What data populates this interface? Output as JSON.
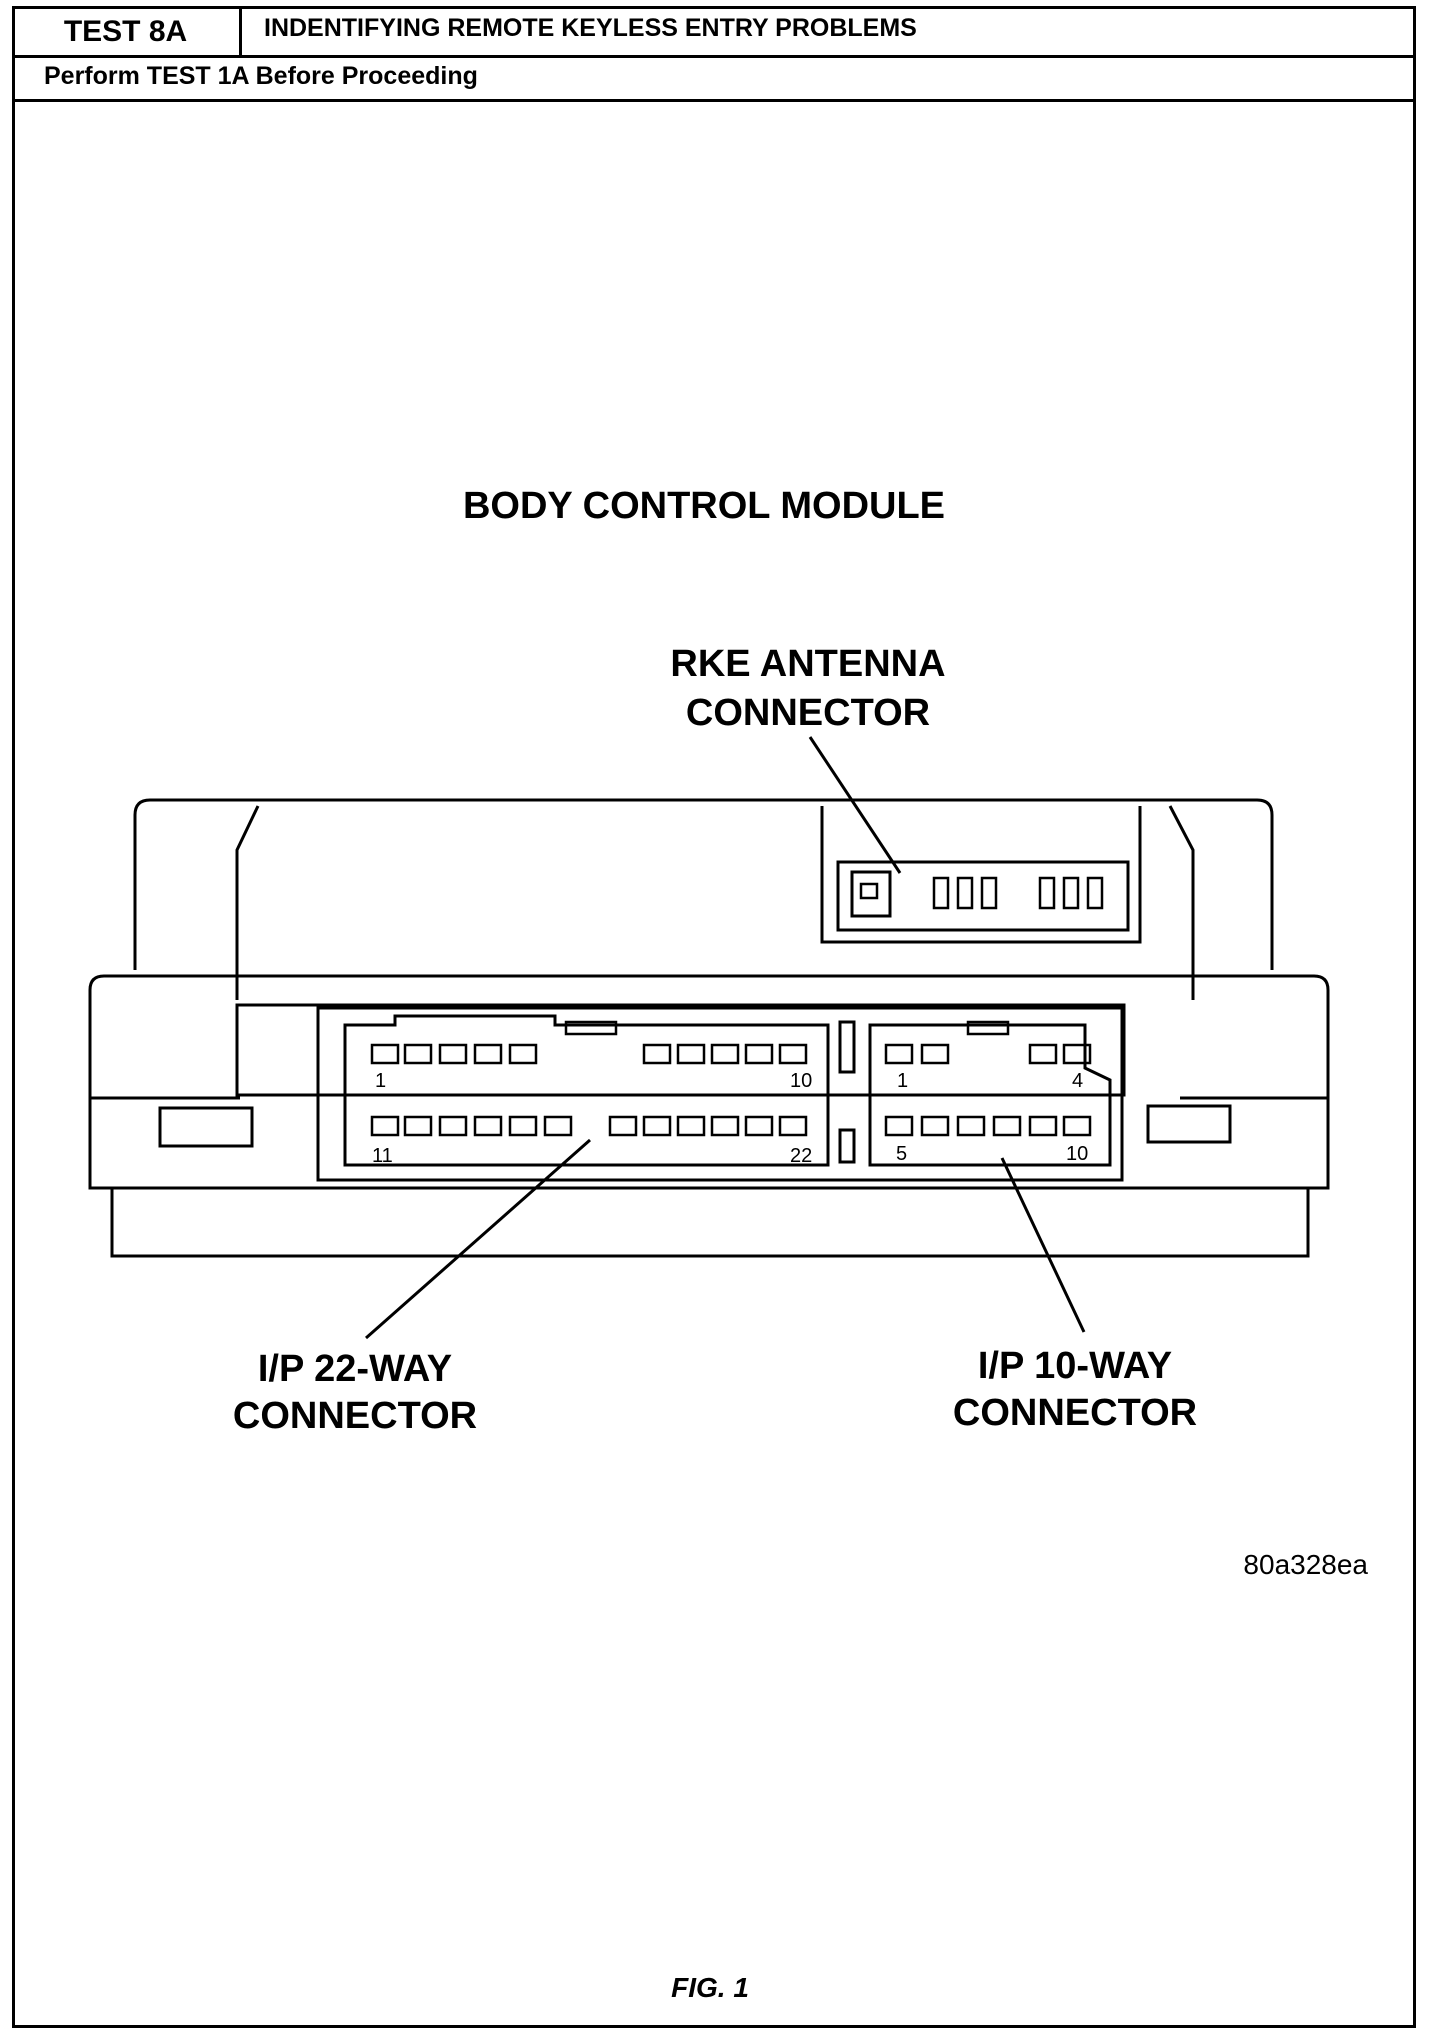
{
  "header": {
    "test_id": "TEST 8A",
    "test_title": "INDENTIFYING REMOTE KEYLESS ENTRY PROBLEMS",
    "prerequisite": "Perform TEST 1A Before Proceeding"
  },
  "diagram": {
    "title": "BODY CONTROL MODULE",
    "rke_label_line1": "RKE ANTENNA",
    "rke_label_line2": "CONNECTOR",
    "ip22_label_line1": "I/P 22-WAY",
    "ip22_label_line2": "CONNECTOR",
    "ip10_label_line1": "I/P 10-WAY",
    "ip10_label_line2": "CONNECTOR",
    "pin_22_top_left": "1",
    "pin_22_top_right": "10",
    "pin_22_bottom_left": "11",
    "pin_22_bottom_right": "22",
    "pin_10_top_left": "1",
    "pin_10_top_right": "4",
    "pin_10_bottom_left": "5",
    "pin_10_bottom_right": "10",
    "image_code": "80a328ea"
  },
  "footer": {
    "figure_label": "FIG. 1"
  }
}
